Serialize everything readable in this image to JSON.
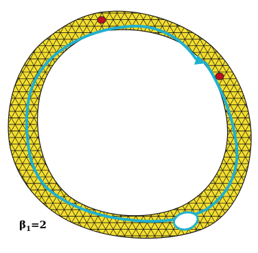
{
  "annotation": {
    "beta_symbol": "β",
    "beta_subscript": "1",
    "beta_value": "=2"
  },
  "colors": {
    "background": "#ffffff",
    "triangle_fill": "#f3de2e",
    "triangle_stroke": "#1a1a1a",
    "cycle_path": "#1fb0cf",
    "marker": "#c01020",
    "hole_fill": "#ffffff"
  }
}
